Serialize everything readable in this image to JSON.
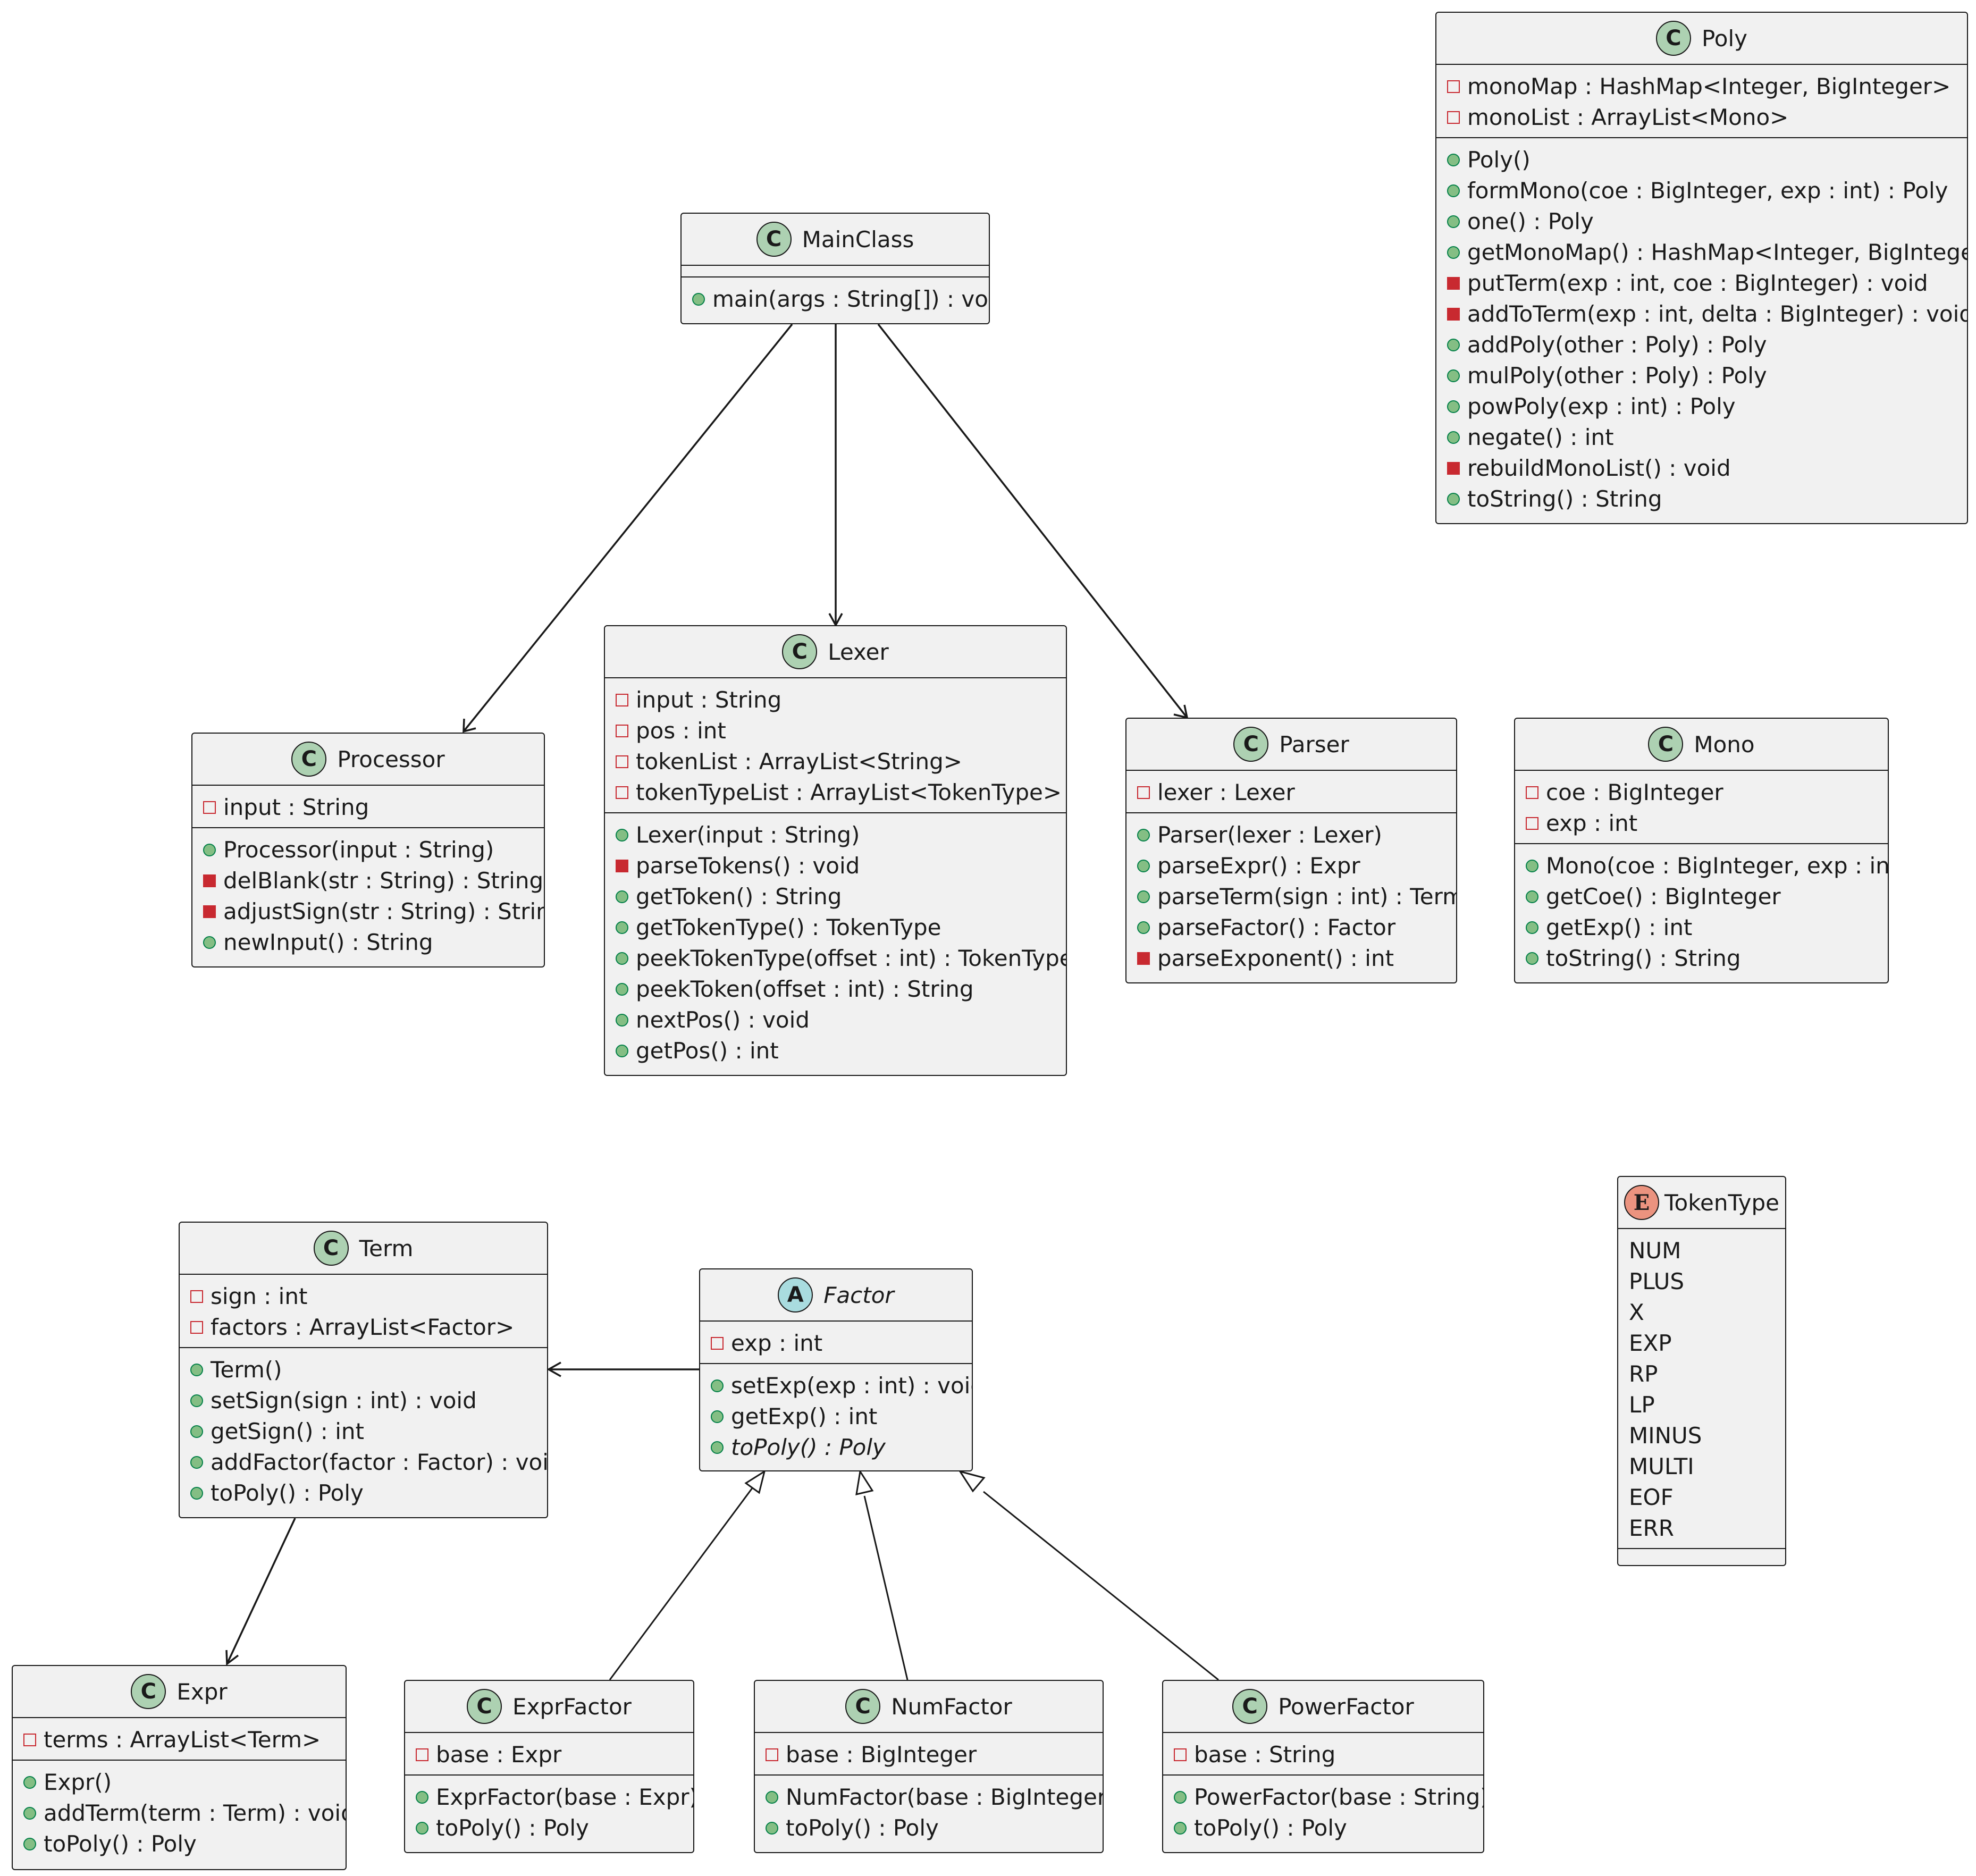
{
  "classes": {
    "poly": {
      "name": "Poly",
      "fields": [
        {
          "vis": "private",
          "text": "monoMap : HashMap<Integer, BigInteger>"
        },
        {
          "vis": "private",
          "text": "monoList : ArrayList<Mono>"
        }
      ],
      "methods": [
        {
          "vis": "public",
          "text": "Poly()"
        },
        {
          "vis": "public",
          "text": "formMono(coe : BigInteger, exp : int) : Poly"
        },
        {
          "vis": "public",
          "text": "one() : Poly"
        },
        {
          "vis": "public",
          "text": "getMonoMap() : HashMap<Integer, BigInteger>"
        },
        {
          "vis": "private",
          "text": "putTerm(exp : int, coe : BigInteger) : void"
        },
        {
          "vis": "private",
          "text": "addToTerm(exp : int, delta : BigInteger) : void"
        },
        {
          "vis": "public",
          "text": "addPoly(other : Poly) : Poly"
        },
        {
          "vis": "public",
          "text": "mulPoly(other : Poly) : Poly"
        },
        {
          "vis": "public",
          "text": "powPoly(exp : int) : Poly"
        },
        {
          "vis": "public",
          "text": "negate() : int"
        },
        {
          "vis": "private",
          "text": "rebuildMonoList() : void"
        },
        {
          "vis": "public",
          "text": "toString() : String"
        }
      ]
    },
    "main": {
      "name": "MainClass",
      "fields": [],
      "methods": [
        {
          "vis": "public",
          "text": "main(args : String[]) : void"
        }
      ]
    },
    "processor": {
      "name": "Processor",
      "fields": [
        {
          "vis": "private",
          "text": "input : String"
        }
      ],
      "methods": [
        {
          "vis": "public",
          "text": "Processor(input : String)"
        },
        {
          "vis": "private",
          "text": "delBlank(str : String) : String"
        },
        {
          "vis": "private",
          "text": "adjustSign(str : String) : String"
        },
        {
          "vis": "public",
          "text": "newInput() : String"
        }
      ]
    },
    "lexer": {
      "name": "Lexer",
      "fields": [
        {
          "vis": "private",
          "text": "input : String"
        },
        {
          "vis": "private",
          "text": "pos : int"
        },
        {
          "vis": "private",
          "text": "tokenList : ArrayList<String>"
        },
        {
          "vis": "private",
          "text": "tokenTypeList : ArrayList<TokenType>"
        }
      ],
      "methods": [
        {
          "vis": "public",
          "text": "Lexer(input : String)"
        },
        {
          "vis": "private",
          "text": "parseTokens() : void"
        },
        {
          "vis": "public",
          "text": "getToken() : String"
        },
        {
          "vis": "public",
          "text": "getTokenType() : TokenType"
        },
        {
          "vis": "public",
          "text": "peekTokenType(offset : int) : TokenType"
        },
        {
          "vis": "public",
          "text": "peekToken(offset : int) : String"
        },
        {
          "vis": "public",
          "text": "nextPos() : void"
        },
        {
          "vis": "public",
          "text": "getPos() : int"
        }
      ]
    },
    "parser": {
      "name": "Parser",
      "fields": [
        {
          "vis": "private",
          "text": "lexer : Lexer"
        }
      ],
      "methods": [
        {
          "vis": "public",
          "text": "Parser(lexer : Lexer)"
        },
        {
          "vis": "public",
          "text": "parseExpr() : Expr"
        },
        {
          "vis": "public",
          "text": "parseTerm(sign : int) : Term"
        },
        {
          "vis": "public",
          "text": "parseFactor() : Factor"
        },
        {
          "vis": "private",
          "text": "parseExponent() : int"
        }
      ]
    },
    "mono": {
      "name": "Mono",
      "fields": [
        {
          "vis": "private",
          "text": "coe : BigInteger"
        },
        {
          "vis": "private",
          "text": "exp : int"
        }
      ],
      "methods": [
        {
          "vis": "public",
          "text": "Mono(coe : BigInteger, exp : int)"
        },
        {
          "vis": "public",
          "text": "getCoe() : BigInteger"
        },
        {
          "vis": "public",
          "text": "getExp() : int"
        },
        {
          "vis": "public",
          "text": "toString() : String"
        }
      ]
    },
    "term": {
      "name": "Term",
      "fields": [
        {
          "vis": "private",
          "text": "sign : int"
        },
        {
          "vis": "private",
          "text": "factors : ArrayList<Factor>"
        }
      ],
      "methods": [
        {
          "vis": "public",
          "text": "Term()"
        },
        {
          "vis": "public",
          "text": "setSign(sign : int) : void"
        },
        {
          "vis": "public",
          "text": "getSign() : int"
        },
        {
          "vis": "public",
          "text": "addFactor(factor : Factor) : void"
        },
        {
          "vis": "public",
          "text": "toPoly() : Poly"
        }
      ]
    },
    "factor": {
      "name": "Factor",
      "fields": [
        {
          "vis": "private",
          "text": "exp : int"
        }
      ],
      "methods": [
        {
          "vis": "public",
          "text": "setExp(exp : int) : void"
        },
        {
          "vis": "public",
          "text": "getExp() : int"
        },
        {
          "vis": "public",
          "text": "toPoly() : Poly",
          "abstract": true
        }
      ]
    },
    "expr": {
      "name": "Expr",
      "fields": [
        {
          "vis": "private",
          "text": "terms : ArrayList<Term>"
        }
      ],
      "methods": [
        {
          "vis": "public",
          "text": "Expr()"
        },
        {
          "vis": "public",
          "text": "addTerm(term : Term) : void"
        },
        {
          "vis": "public",
          "text": "toPoly() : Poly"
        }
      ]
    },
    "exprfactor": {
      "name": "ExprFactor",
      "fields": [
        {
          "vis": "private",
          "text": "base : Expr"
        }
      ],
      "methods": [
        {
          "vis": "public",
          "text": "ExprFactor(base : Expr)"
        },
        {
          "vis": "public",
          "text": "toPoly() : Poly"
        }
      ]
    },
    "numfactor": {
      "name": "NumFactor",
      "fields": [
        {
          "vis": "private",
          "text": "base : BigInteger"
        }
      ],
      "methods": [
        {
          "vis": "public",
          "text": "NumFactor(base : BigInteger)"
        },
        {
          "vis": "public",
          "text": "toPoly() : Poly"
        }
      ]
    },
    "powerfactor": {
      "name": "PowerFactor",
      "fields": [
        {
          "vis": "private",
          "text": "base : String"
        }
      ],
      "methods": [
        {
          "vis": "public",
          "text": "PowerFactor(base : String)"
        },
        {
          "vis": "public",
          "text": "toPoly() : Poly"
        }
      ]
    }
  },
  "enum": {
    "name": "TokenType",
    "values": [
      "NUM",
      "PLUS",
      "X",
      "EXP",
      "RP",
      "LP",
      "MINUS",
      "MULTI",
      "EOF",
      "ERR"
    ]
  },
  "badges": {
    "class": "C",
    "abstract": "A",
    "enum": "E"
  },
  "colors": {
    "class_badge": "#add1b2",
    "abstract_badge": "#a9dcdf",
    "enum_badge": "#eb937f",
    "private": "#c82930",
    "public": "#84be84",
    "box_fill": "#f1f1f1",
    "line": "#181818"
  }
}
